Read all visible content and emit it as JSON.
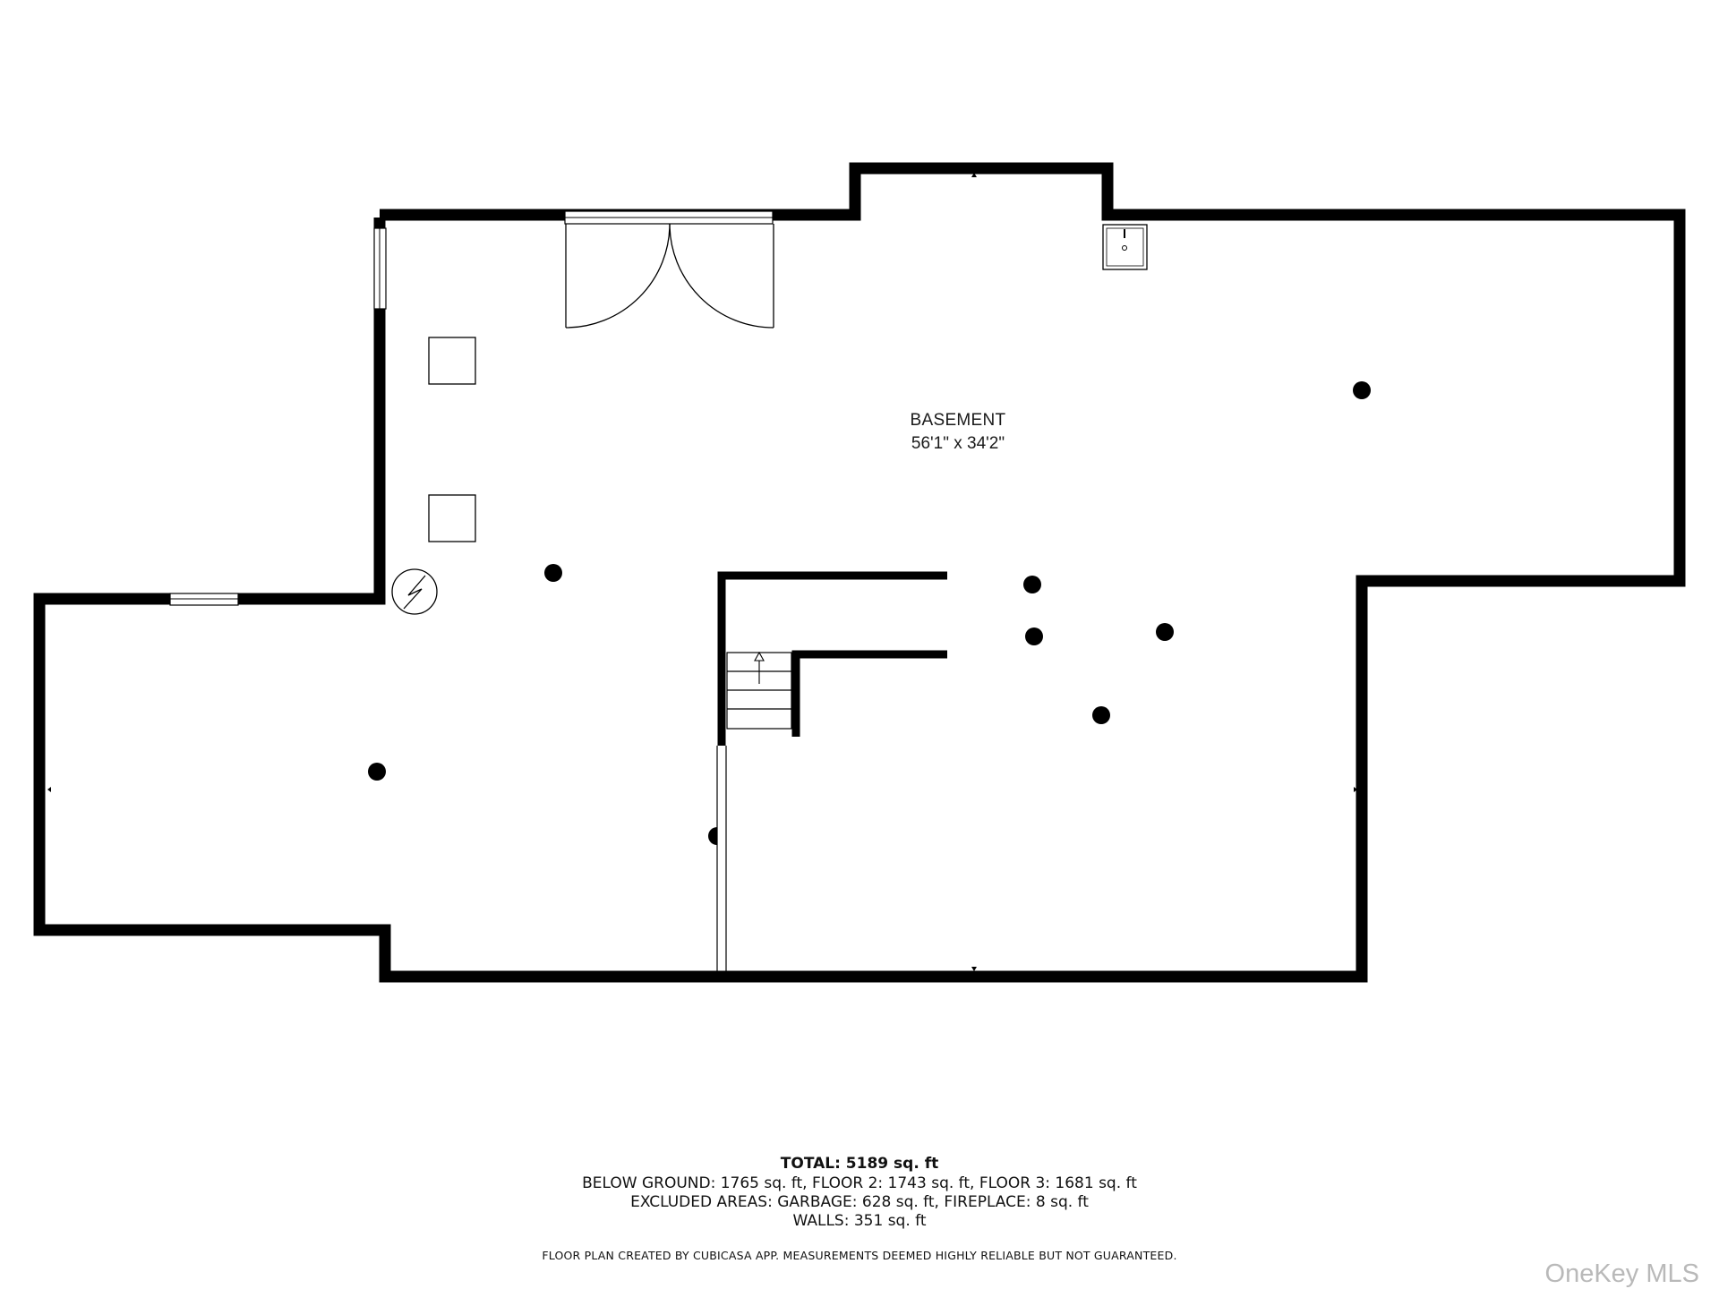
{
  "room": {
    "name": "BASEMENT",
    "dimensions": "56'1\" x 34'2\""
  },
  "summary": {
    "total": "TOTAL: 5189 sq. ft",
    "below_ground": "BELOW GROUND: 1765 sq. ft, FLOOR 2: 1743 sq. ft, FLOOR 3: 1681 sq. ft",
    "excluded": "EXCLUDED AREAS: GARBAGE: 628 sq. ft, FIREPLACE: 8 sq. ft",
    "walls": "WALLS: 351 sq. ft"
  },
  "disclaimer": "FLOOR PLAN CREATED BY CUBICASA APP. MEASUREMENTS DEEMED HIGHLY RELIABLE BUT NOT GUARANTEED.",
  "watermark": "OneKey MLS",
  "colors": {
    "wall": "#000000",
    "background": "#ffffff",
    "watermark": "#b9b9b9"
  },
  "icons": {
    "electrical_panel": "lightning-bolt-in-circle",
    "sink": "sink",
    "stairs_direction": "up-arrow"
  }
}
